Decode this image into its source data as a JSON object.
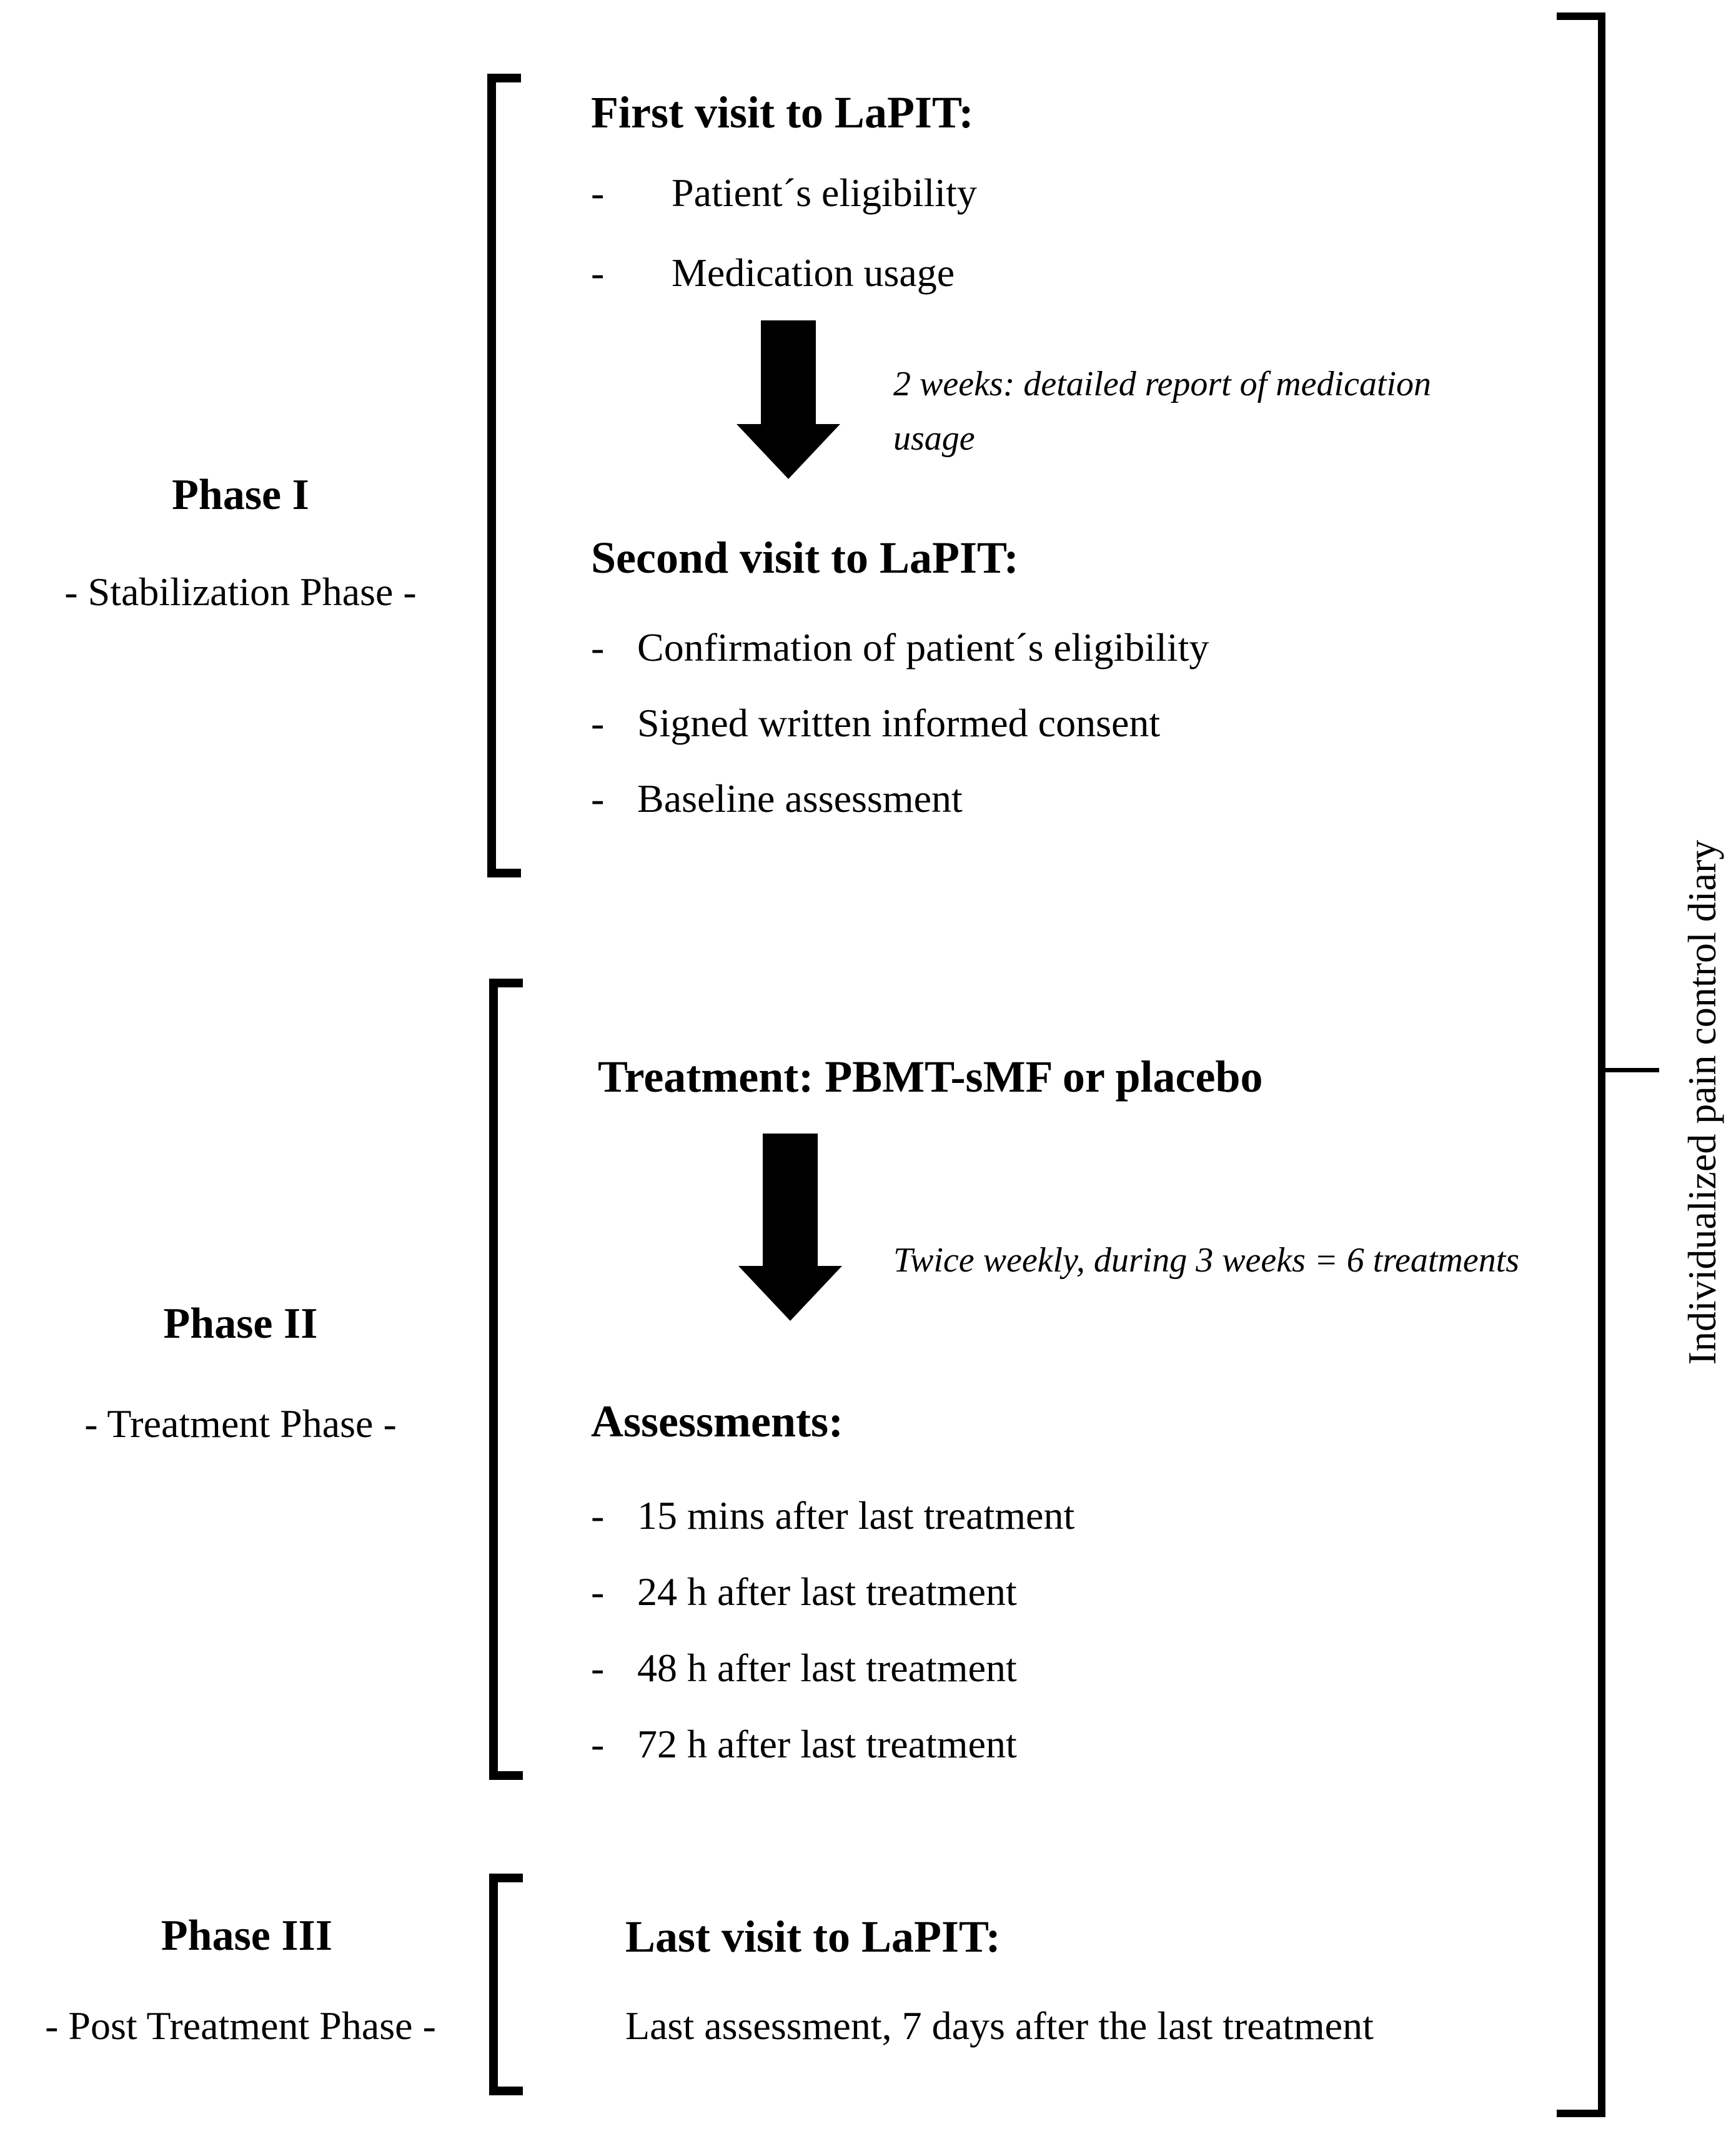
{
  "figure": {
    "background": "#ffffff",
    "ink": "#000000"
  },
  "ui": {
    "dash": "-"
  },
  "phases": [
    {
      "name": "Phase I",
      "subtitle": "- Stabilization Phase -"
    },
    {
      "name": "Phase II",
      "subtitle": "- Treatment Phase -"
    },
    {
      "name": "Phase III",
      "subtitle": "- Post Treatment Phase -"
    }
  ],
  "sections": {
    "first_visit": {
      "heading": "First visit to LaPIT:",
      "items": [
        "Patient´s eligibility",
        "Medication usage"
      ]
    },
    "arrow1_note": "2 weeks: detailed report of medication usage",
    "second_visit": {
      "heading": "Second visit to LaPIT:",
      "items": [
        "Confirmation of patient´s eligibility",
        "Signed written informed consent",
        "Baseline assessment"
      ]
    },
    "treatment_heading": "Treatment: PBMT-sMF or placebo",
    "arrow2_note": "Twice weekly, during 3 weeks = 6 treatments",
    "assessments": {
      "heading": "Assessments:",
      "items": [
        "15 mins after last treatment",
        "24 h after last treatment",
        "48 h after last treatment",
        "72 h after last treatment"
      ]
    },
    "last_visit": {
      "heading": "Last visit to LaPIT:",
      "body": "Last assessment, 7 days after the last treatment"
    }
  },
  "side_note": "Individualized pain control diary"
}
